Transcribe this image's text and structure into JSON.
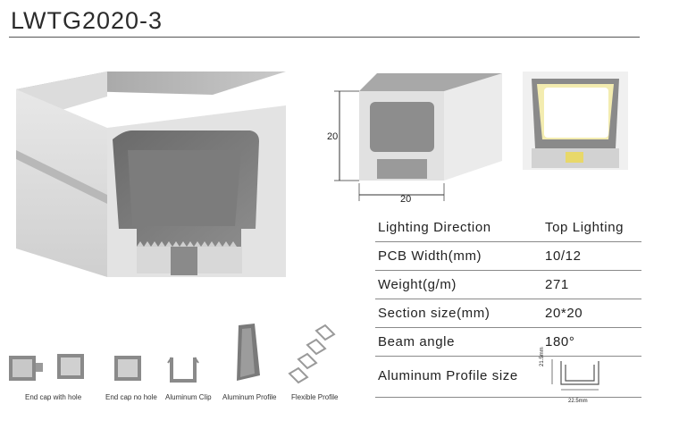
{
  "title": "LWTG2020-3",
  "dimensions": {
    "height": "20",
    "width": "20"
  },
  "specs": [
    {
      "label": "Lighting  Direction",
      "value": "Top Lighting"
    },
    {
      "label": "PCB  Width(mm)",
      "value": "10/12"
    },
    {
      "label": "Weight(g/m)",
      "value": "271"
    },
    {
      "label": "Section size(mm)",
      "value": "20*20"
    },
    {
      "label": "Beam angle",
      "value": "180°"
    },
    {
      "label": "Aluminum Profile size",
      "value": ""
    }
  ],
  "profile_dims": {
    "height": "21.5mm",
    "width": "22.5mm"
  },
  "accessories": [
    {
      "label": "End cap with hole"
    },
    {
      "label": "End cap no hole"
    },
    {
      "label": "Aluminum Clip"
    },
    {
      "label": "Aluminum Profile"
    },
    {
      "label": "Flexible Profile"
    }
  ]
}
